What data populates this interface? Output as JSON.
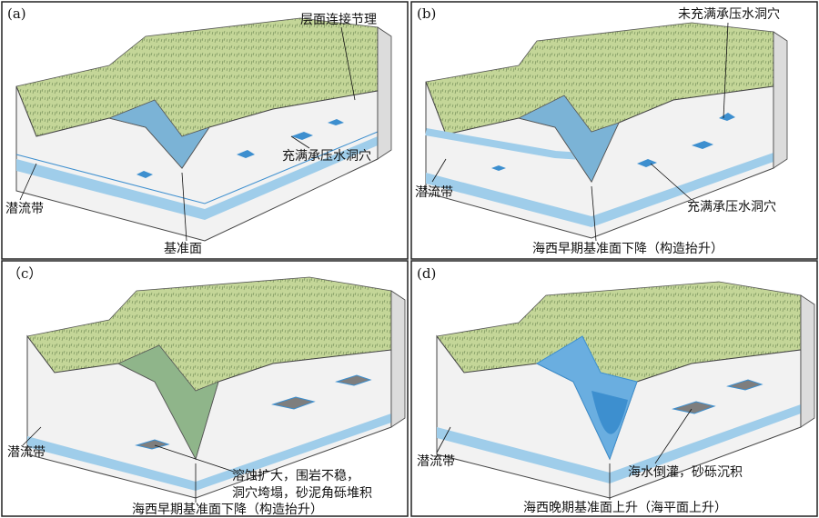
{
  "panels": [
    {
      "id": "a",
      "label": "(a)",
      "annotations": {
        "joint": "层面连接节理",
        "filled_cave": "充满承压水洞穴",
        "phreatic": "潜流带",
        "base_level": "基准面"
      }
    },
    {
      "id": "b",
      "label": "(b)",
      "annotations": {
        "unfilled_cave": "未充满承压水洞穴",
        "phreatic": "潜流带",
        "filled_cave": "充满承压水洞穴",
        "caption": "海西早期基准面下降（构造抬升）"
      }
    },
    {
      "id": "c",
      "label": "（c）",
      "annotations": {
        "phreatic": "潜流带",
        "collapse_line1": "溶蚀扩大，围岩不稳，",
        "collapse_line2": "洞穴垮塌，砂泥角砾堆积",
        "caption": "海西早期基准面下降（构造抬升）"
      }
    },
    {
      "id": "d",
      "label": "(d)",
      "annotations": {
        "phreatic": "潜流带",
        "seawater": "海水倒灌，砂砾沉积",
        "caption": "海西晚期基准面上升（海平面上升）"
      }
    }
  ],
  "colors": {
    "grass": "#b9cf86",
    "rock_face": "#f2f2f2",
    "water_band": "#9fcdea",
    "cave": "#3d8fcf",
    "border": "#222222"
  }
}
